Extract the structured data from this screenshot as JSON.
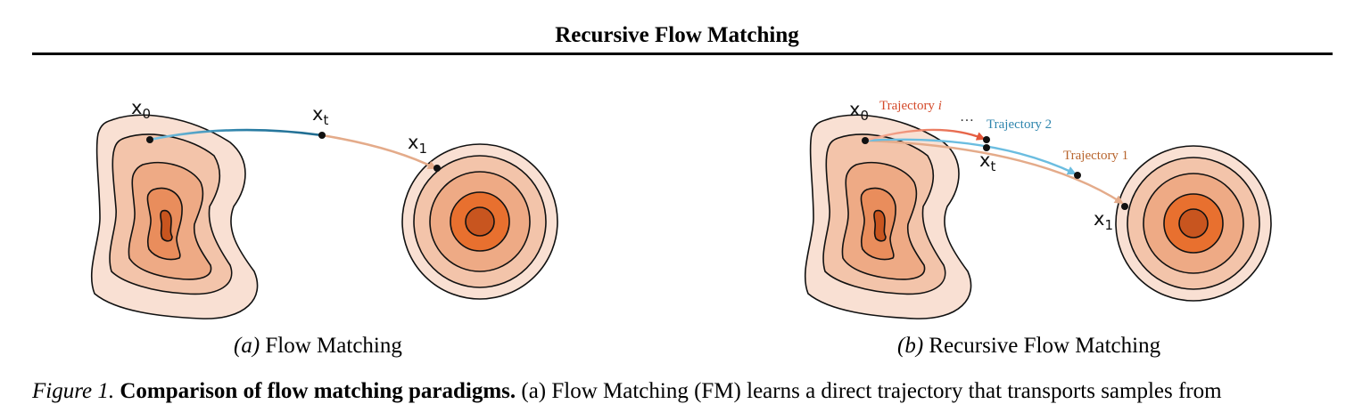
{
  "header": {
    "running_title": "Recursive Flow Matching"
  },
  "panel_a": {
    "labels": {
      "x0": "x",
      "x0_sub": "0",
      "xt": "x",
      "xt_sub": "t",
      "x1": "x",
      "x1_sub": "1"
    },
    "caption_label": "(a)",
    "caption_text": " Flow Matching"
  },
  "panel_b": {
    "labels": {
      "x0": "x",
      "x0_sub": "0",
      "xt": "x",
      "xt_sub": "t",
      "x1": "x",
      "x1_sub": "1"
    },
    "traj_i_prefix": "Trajectory ",
    "traj_i_var": "i",
    "traj_2": "Trajectory 2",
    "traj_1": "Trajectory 1",
    "ellipsis": "…",
    "caption_label": "(b)",
    "caption_text": " Recursive Flow Matching"
  },
  "caption": {
    "label": "Figure 1.",
    "title": "Comparison of flow matching paradigms.",
    "text": " (a) Flow Matching (FM) learns a direct trajectory that transports samples from"
  },
  "colors": {
    "contour_outer": "#f9e0d3",
    "contour_2": "#f3c4aa",
    "contour_3": "#eeaa85",
    "contour_4": "#e98d5c",
    "contour_core": "#c8551f",
    "target_core": "#e8702f",
    "traj_blue": "#6bbde0",
    "traj_dark_blue": "#2b7fa6",
    "traj_orange": "#e4ab8a",
    "traj_red": "#e4573a",
    "label_red": "#d44a2a",
    "label_blue": "#2f86ae",
    "label_orange": "#b8652e"
  }
}
